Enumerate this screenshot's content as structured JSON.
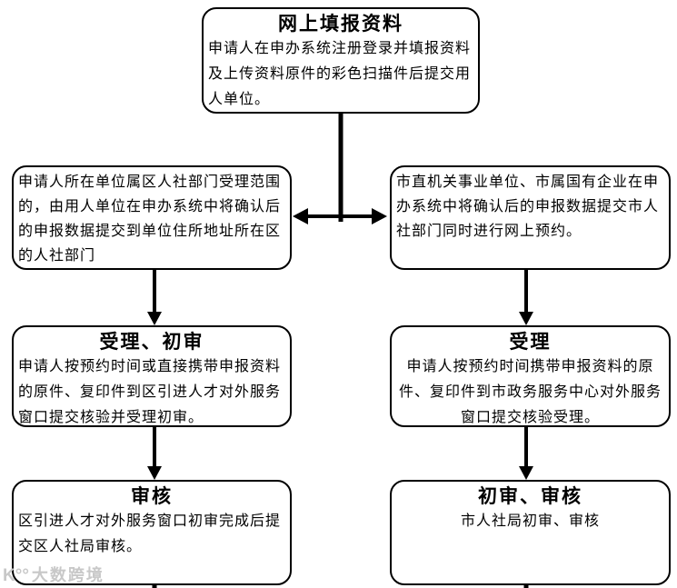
{
  "flowchart": {
    "nodes": {
      "online_fill": {
        "title": "网上填报资料",
        "body": "申请人在申办系统注册登录并填报资料及上传资料原件的彩色扫描件后提交用人单位。"
      },
      "district_submit": {
        "body": "申请人所在单位属区人社部门受理范围的，由用人单位在申办系统中将确认后的申报数据提交到单位住所地址所在区的人社部门"
      },
      "city_submit": {
        "body": "市直机关事业单位、市属国有企业在申办系统中将确认后的申报数据提交市人社部门同时进行网上预约。"
      },
      "district_accept": {
        "title": "受理、初审",
        "body": "申请人按预约时间或直接携带申报资料的原件、复印件到区引进人才对外服务窗口提交核验并受理初审。"
      },
      "city_accept": {
        "title": "受理",
        "body": "申请人按预约时间携带申报资料的原件、复印件到市政务服务中心对外服务窗口提交核验受理。"
      },
      "district_review": {
        "title": "审核",
        "body": "区引进人才对外服务窗口初审完成后提交区人社局审核。"
      },
      "city_review": {
        "title": "初审、审核",
        "body": "市人社局初审、审核"
      }
    },
    "watermark": {
      "logo": "K°°",
      "text": "大数跨境"
    },
    "colors": {
      "line": "#000000",
      "box_border": "#000000",
      "background": "#ffffff",
      "watermark": "#c8c8c8"
    }
  }
}
